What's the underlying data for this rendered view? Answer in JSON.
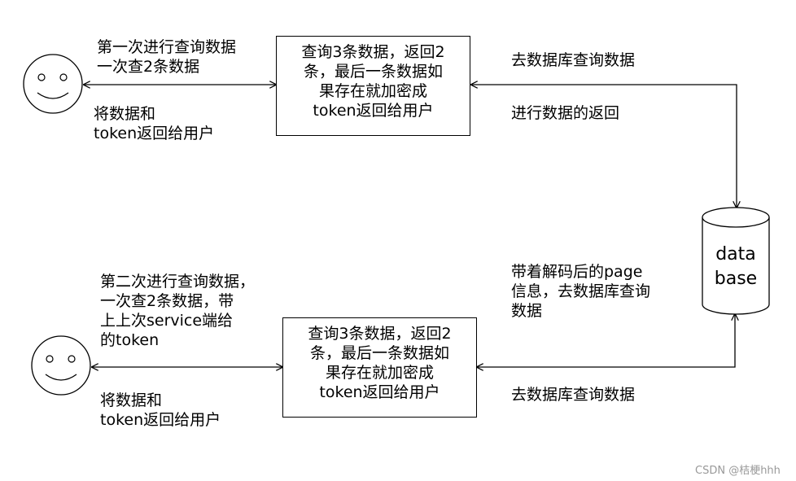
{
  "top": {
    "user_request": [
      "第一次进行查询数据",
      "一次查2条数据"
    ],
    "user_response": [
      "将数据和",
      "token返回给用户"
    ],
    "server_box": [
      "查询3条数据，返回2",
      "条，最后一条数据如",
      "果存在就加密成",
      "token返回给用户"
    ],
    "db_request": "去数据库查询数据",
    "db_response": "进行数据的返回"
  },
  "bottom": {
    "user_request": [
      "第二次进行查询数据，",
      "一次查2条数据，带",
      "上上次service端给",
      "的token"
    ],
    "user_response": [
      "将数据和",
      "token返回给用户"
    ],
    "server_box": [
      "查询3条数据，返回2",
      "条，最后一条数据如",
      "果存在就加密成",
      "token返回给用户"
    ],
    "db_request": [
      "带着解码后的page",
      "信息，去数据库查询",
      "数据"
    ],
    "db_response": "去数据库查询数据"
  },
  "database": {
    "label": [
      "data",
      "base"
    ]
  },
  "watermark": "CSDN @桔梗hhh"
}
